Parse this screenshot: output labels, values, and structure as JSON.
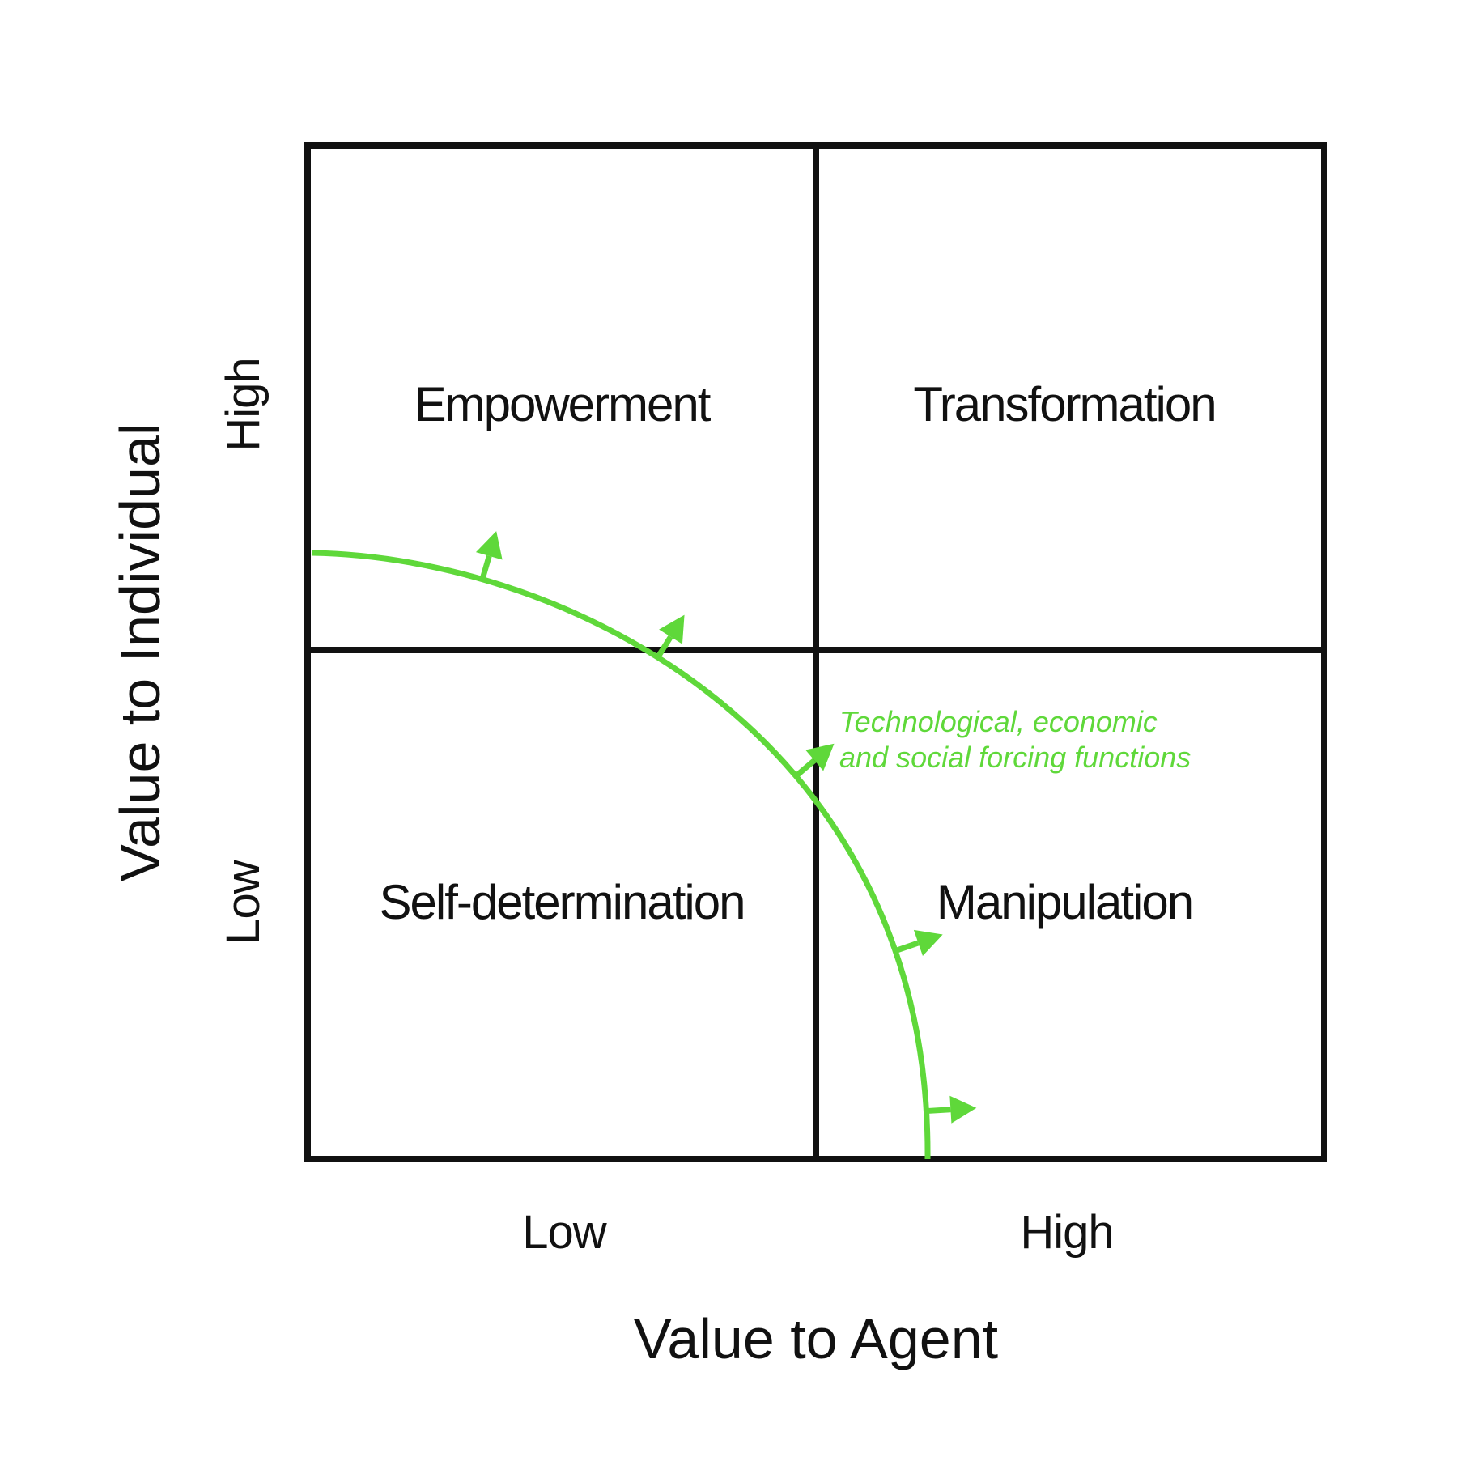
{
  "axes": {
    "x_label": "Value to Agent",
    "y_label": "Value to Individual",
    "x_ticks": [
      "Low",
      "High"
    ],
    "y_ticks": [
      "High",
      "Low"
    ]
  },
  "quadrants": {
    "top_left": "Empowerment",
    "top_right": "Transformation",
    "bottom_left": "Self-determination",
    "bottom_right": "Manipulation"
  },
  "curve_annotation": {
    "line1": "Technological, economic",
    "line2": "and social forcing functions"
  },
  "colors": {
    "frame": "#111111",
    "curve": "#5fd83a",
    "text": "#111111",
    "background": "#ffffff"
  }
}
